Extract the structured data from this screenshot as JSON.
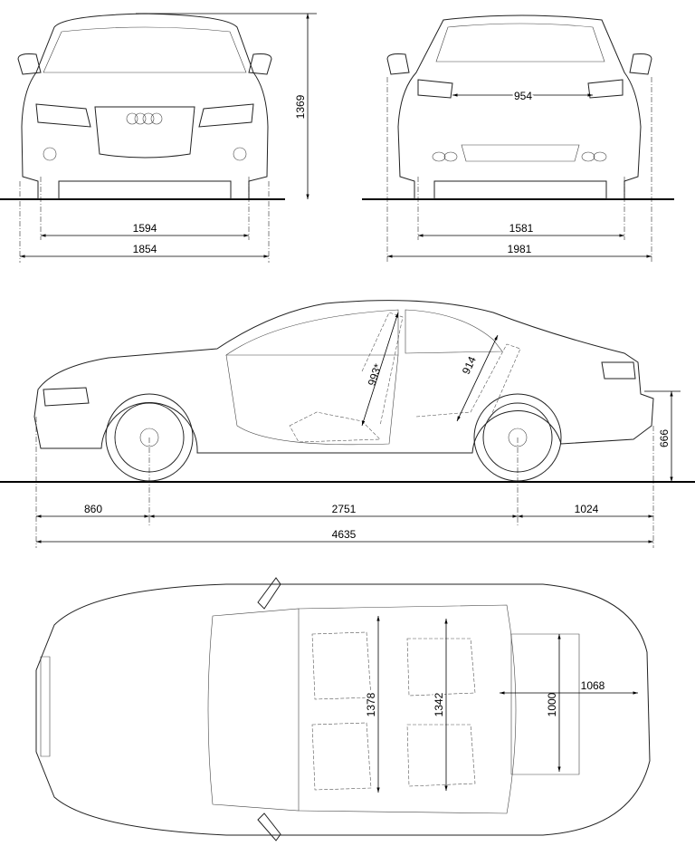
{
  "title": "Audi S5 Coupe dimension drawing",
  "front_view": {
    "height": "1369",
    "track": "1594",
    "width": "1854"
  },
  "rear_view": {
    "trunk_width": "954",
    "track": "1581",
    "width_mirrors": "1981"
  },
  "side_view": {
    "front_overhang": "860",
    "wheelbase": "2751",
    "rear_overhang": "1024",
    "length": "4635",
    "trunk_sill_height": "666",
    "front_headroom": "993*",
    "rear_headroom": "914"
  },
  "top_view": {
    "front_elbow_width": "1378",
    "rear_elbow_width": "1342",
    "trunk_length": "1068",
    "trunk_width": "1000"
  }
}
